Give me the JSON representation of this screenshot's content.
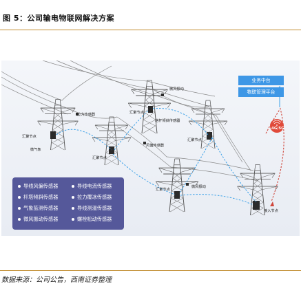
{
  "figure": {
    "title": "图 5：公司输电物联网解决方案",
    "source": "数据来源：公司公告，西南证券整理"
  },
  "platform": {
    "box1": "业务中台",
    "box2": "物联管理平台"
  },
  "network_badge": "4G/5G",
  "labels": {
    "wind_vibration_1": "微风振动",
    "tension": "拉力传感器",
    "sink_node_1": "汇聚节点",
    "tower_tilt": "塔杆倾斜传感器",
    "sink_node_2": "汇聚节点",
    "sink_node_3": "汇聚节点",
    "meteorology": "微气象",
    "wind_deflection": "风偏传感器",
    "sink_node_4": "汇聚节点",
    "wind_vibration_2": "微风振动",
    "sink_node_5": "汇聚节点",
    "access_node": "接入节点"
  },
  "legend": {
    "col1": [
      "导线风偏传感器",
      "杆塔倾斜传感器",
      "气象监测传感器",
      "微风振动传感器"
    ],
    "col2": [
      "导线电流传感器",
      "拉力覆冰传感器",
      "导线测温传感器",
      "螺栓松动传感器"
    ]
  },
  "colors": {
    "accent_rule": "#c08a2a",
    "legend_bg": "#55589a",
    "platform_box": "#3e97e6",
    "badge_bg": "#e04a3a",
    "link_dashed_blue": "#3aa0e8",
    "link_dashed_red": "#d0463b",
    "panel_bg": "#eef1f7"
  }
}
